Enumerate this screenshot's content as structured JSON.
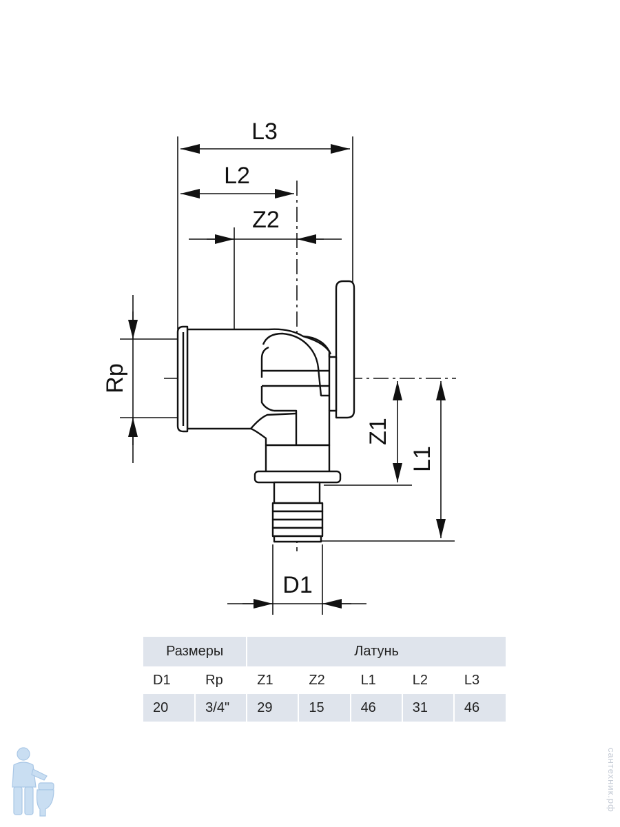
{
  "drawing": {
    "labels": {
      "l3": "L3",
      "l2": "L2",
      "z2": "Z2",
      "rp": "Rp",
      "z1": "Z1",
      "l1": "L1",
      "d1": "D1"
    },
    "line_color": "#111111"
  },
  "table": {
    "header": {
      "dimensions": "Размеры",
      "material": "Латунь"
    },
    "columns": [
      "D1",
      "Rp",
      "Z1",
      "Z2",
      "L1",
      "L2",
      "L3"
    ],
    "values": [
      "20",
      "3/4\"",
      "29",
      "15",
      "46",
      "31",
      "46"
    ],
    "header_bg": "#dfe4ec"
  },
  "watermark": {
    "text": "сантехник.рф"
  },
  "logo": {
    "icon": "plumber-mascot-icon"
  }
}
